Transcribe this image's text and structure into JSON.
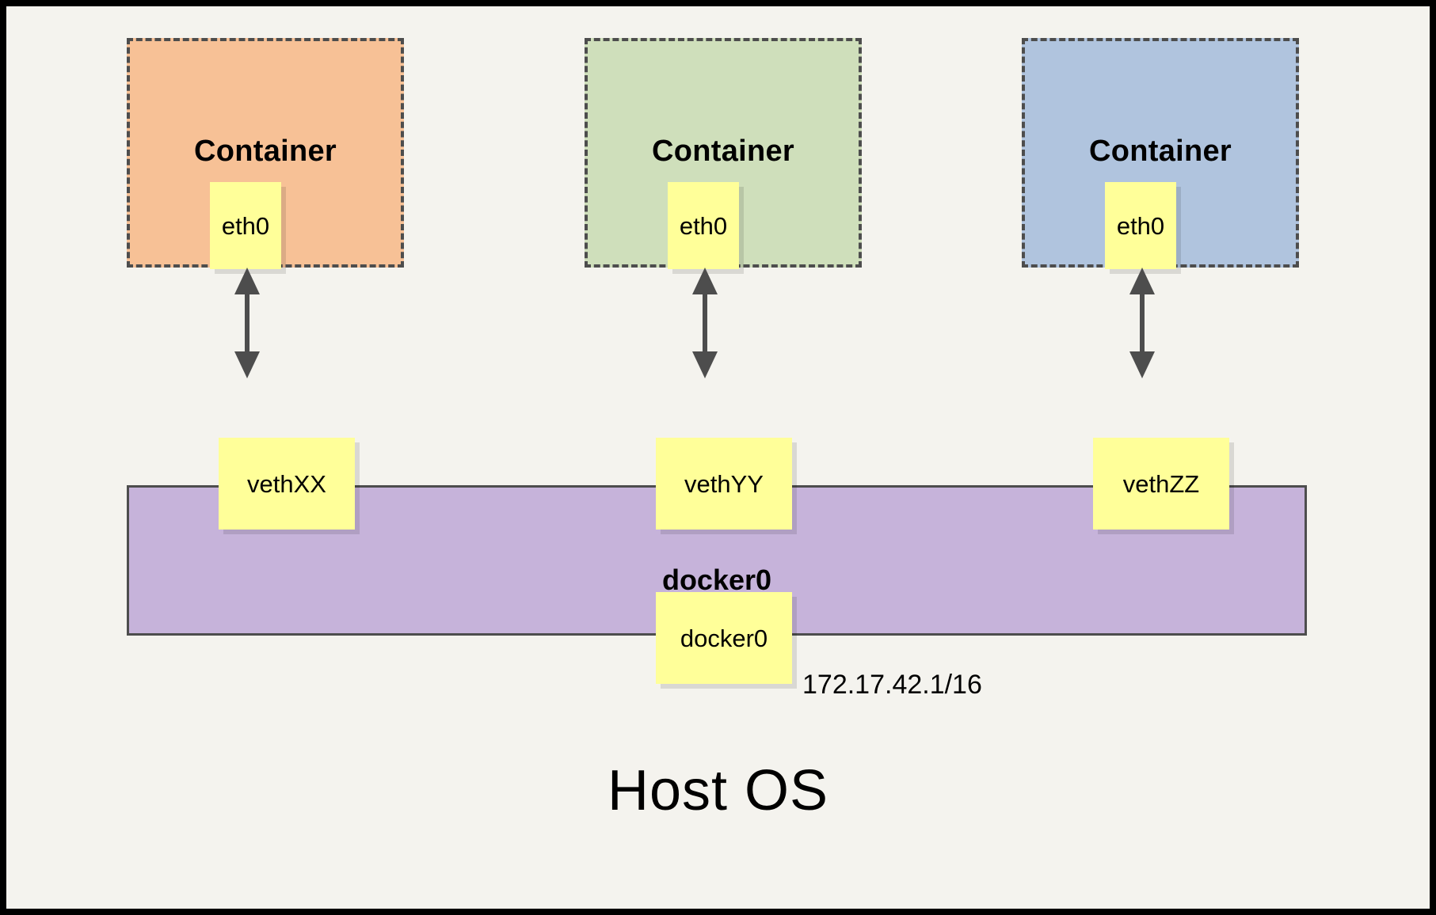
{
  "diagram": {
    "title_bottom": "Host OS",
    "bridge": {
      "label": "docker0",
      "node_label": "docker0",
      "ip": "172.17.42.1/16",
      "color": "#c6b3da",
      "border_color": "#4d4d4d"
    },
    "background": "#f4f3ee",
    "frame_color": "#000000",
    "node_color": "#ffff99",
    "arrow_color": "#4d4d4d",
    "containers": [
      {
        "label": "Container",
        "iface": "eth0",
        "veth": "vethXX",
        "color": "#f7c196"
      },
      {
        "label": "Container",
        "iface": "eth0",
        "veth": "vethYY",
        "color": "#cfdfbb"
      },
      {
        "label": "Container",
        "iface": "eth0",
        "veth": "vethZZ",
        "color": "#b0c4de"
      }
    ]
  }
}
